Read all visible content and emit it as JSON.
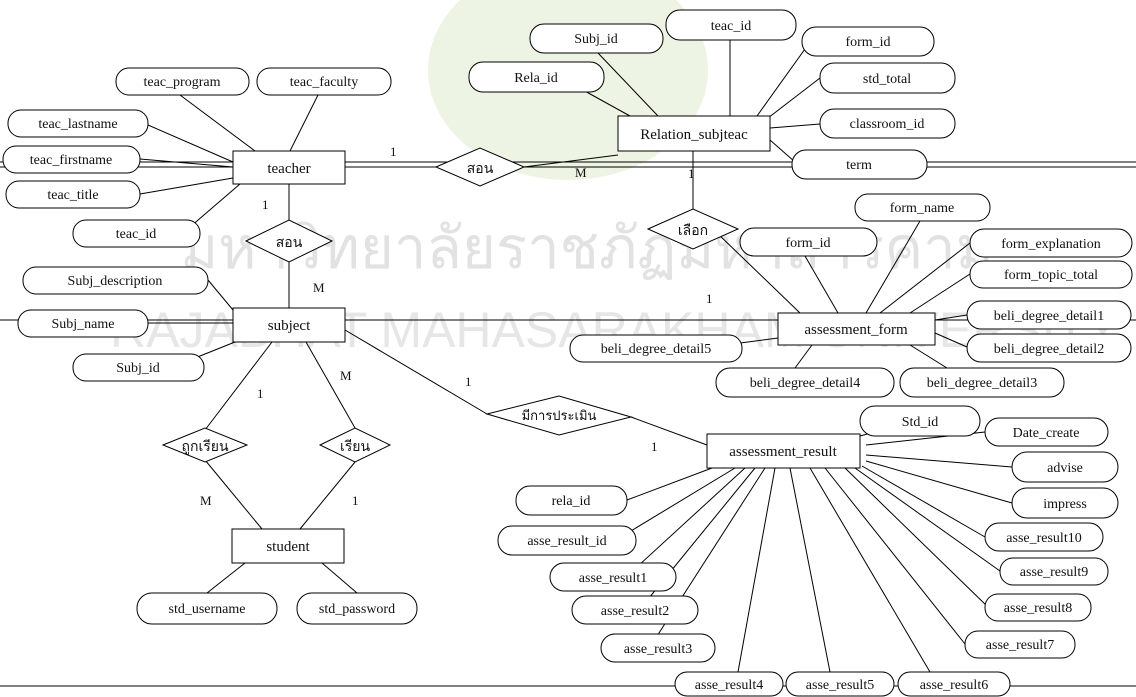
{
  "watermark": {
    "title": "มหาวิทยาลัยราชภัฏมหาสารคาม",
    "subtitle": "RAJABHAT MAHASARAKHAM UNIVERSITY"
  },
  "entities": {
    "teacher": "teacher",
    "subject": "subject",
    "student": "student",
    "relation_subjteac": "Relation_subjteac",
    "assessment_form": "assessment_form",
    "assessment_result": "assessment_result"
  },
  "relationships": {
    "sorn_top": "สอน",
    "sorn_left": "สอน",
    "luak": "เลือก",
    "mee_kan_pramern": "มีการประเมิน",
    "took_rian": "ถูกเรียน",
    "rian": "เรียน"
  },
  "cardinalities": {
    "teacher_to_sorn_top": "1",
    "sorn_top_to_relation": "M",
    "relation_to_luak": "1",
    "luak_to_form": "1",
    "teacher_to_sorn_left": "1",
    "sorn_left_to_subject": "M",
    "subject_to_took_rian": "1",
    "subject_to_rian": "M",
    "subject_to_mee": "1",
    "mee_to_result": "1",
    "took_rian_to_student": "M",
    "rian_to_student": "1"
  },
  "attributes": {
    "teacher": {
      "teac_program": "teac_program",
      "teac_faculty": "teac_faculty",
      "teac_lastname": "teac_lastname",
      "teac_firstname": "teac_firstname",
      "teac_title": "teac_title",
      "teac_id": "teac_id"
    },
    "subject": {
      "subj_description": "Subj_description",
      "subj_name": "Subj_name",
      "subj_id": "Subj_id"
    },
    "student": {
      "std_username": "std_username",
      "std_password": "std_password"
    },
    "relation_subjteac": {
      "subj_id": "Subj_id",
      "teac_id": "teac_id",
      "form_id": "form_id",
      "rela_id": "Rela_id",
      "std_total": "std_total",
      "classroom_id": "classroom_id",
      "term": "term"
    },
    "assessment_form": {
      "form_name": "form_name",
      "form_id": "form_id",
      "form_explanation": "form_explanation",
      "form_topic_total": "form_topic_total",
      "beli_degree_detail1": "beli_degree_detail1",
      "beli_degree_detail2": "beli_degree_detail2",
      "beli_degree_detail3": "beli_degree_detail3",
      "beli_degree_detail4": "beli_degree_detail4",
      "beli_degree_detail5": "beli_degree_detail5"
    },
    "assessment_result": {
      "std_id": "Std_id",
      "date_create": "Date_create",
      "advise": "advise",
      "impress": "impress",
      "rela_id": "rela_id",
      "asse_result_id": "asse_result_id",
      "asse_result1": "asse_result1",
      "asse_result2": "asse_result2",
      "asse_result3": "asse_result3",
      "asse_result4": "asse_result4",
      "asse_result5": "asse_result5",
      "asse_result6": "asse_result6",
      "asse_result7": "asse_result7",
      "asse_result8": "asse_result8",
      "asse_result9": "asse_result9",
      "asse_result10": "asse_result10"
    }
  }
}
